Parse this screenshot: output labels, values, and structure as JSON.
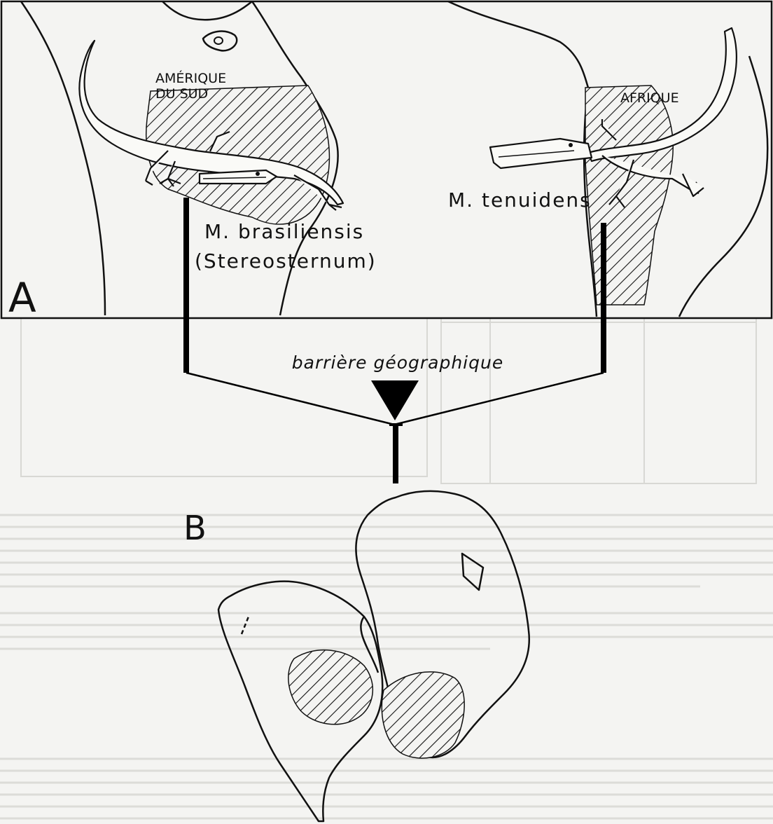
{
  "panel_a": {
    "letter": "A",
    "continent_left": [
      "AMÉRIQUE",
      "DU SUD"
    ],
    "continent_right": "AFRIQUE",
    "species_left_name": "M. brasiliensis",
    "species_left_synonym": "(Stereosternum)",
    "species_right_name": "M. tenuidens"
  },
  "barrier_label": "barrière géographique",
  "panel_b": {
    "letter": "B"
  }
}
